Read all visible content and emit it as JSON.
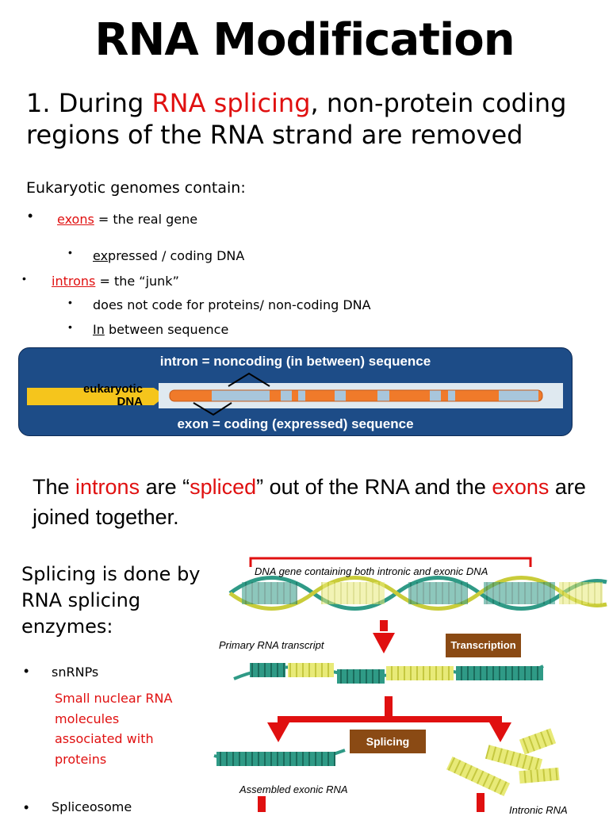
{
  "title": "RNA Modification",
  "point1": {
    "prefix": "1. During ",
    "highlight": "RNA splicing",
    "suffix": ", non-protein coding regions of the RNA strand are removed"
  },
  "genomes": {
    "intro": "Eukaryotic genomes contain:",
    "exons_term": "exons",
    "exons_def": " = the real gene",
    "exons_sub_u": "ex",
    "exons_sub_rest": "pressed / coding DNA",
    "introns_term": "introns",
    "introns_def": " = the “junk”",
    "introns_sub1": "does not code for proteins/ non-coding DNA",
    "introns_sub2_u": "In",
    "introns_sub2_rest": " between sequence"
  },
  "dna_figure": {
    "intron_label": "intron = noncoding (in between) sequence",
    "exon_label": "exon = coding (expressed) sequence",
    "arrow_label_1": "eukaryotic",
    "arrow_label_2": "DNA"
  },
  "spliced": {
    "p1": "The ",
    "introns": "introns",
    "p2": " are “",
    "spliced": "spliced",
    "p3": "” out of the RNA and the ",
    "exons": "exons",
    "p4": " are joined together."
  },
  "enzymes": {
    "intro_line1": "Splicing is done by",
    "intro_line2": "RNA splicing",
    "intro_line3": "enzymes:",
    "item1": "snRNPs",
    "item1_desc_1": "Small nuclear RNA",
    "item1_desc_2": "molecules",
    "item1_desc_3": "associated with",
    "item1_desc_4": "proteins",
    "item2": "Spliceosome"
  },
  "process_figure": {
    "gene_label": "DNA gene containing both intronic and exonic DNA",
    "primary_label": "Primary RNA transcript",
    "transcription": "Transcription",
    "splicing": "Splicing",
    "assembled": "Assembled exonic RNA",
    "intronic": "Intronic RNA"
  },
  "colors": {
    "accent_red": "#e01010",
    "banner_blue": "#1d4c87",
    "exon_orange": "#f07a2a",
    "intron_blue": "#a8c6dc",
    "label_brown": "#8a4a14"
  }
}
